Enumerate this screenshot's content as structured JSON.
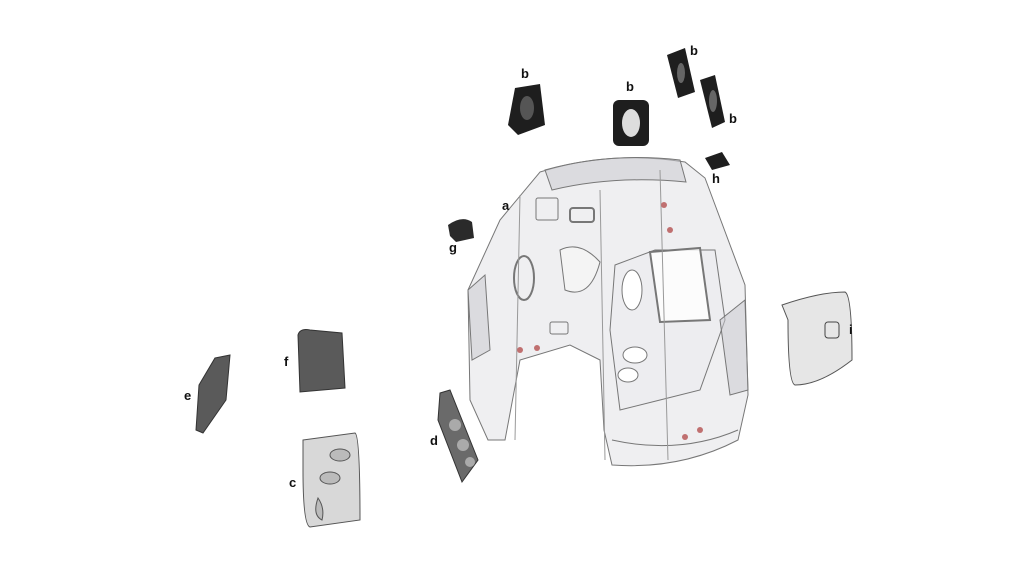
{
  "diagram": {
    "labels": {
      "a": "a",
      "b1": "b",
      "b2": "b",
      "b3": "b",
      "b4": "b",
      "c": "c",
      "d": "d",
      "e": "e",
      "f": "f",
      "g": "g",
      "h": "h",
      "i": "i"
    },
    "colors": {
      "dark_part": "#1e1e1e",
      "grey_part": "#5a5a5a",
      "light_part": "#d8d8d8",
      "shell_line": "#777777",
      "marker": "#c07070"
    }
  }
}
